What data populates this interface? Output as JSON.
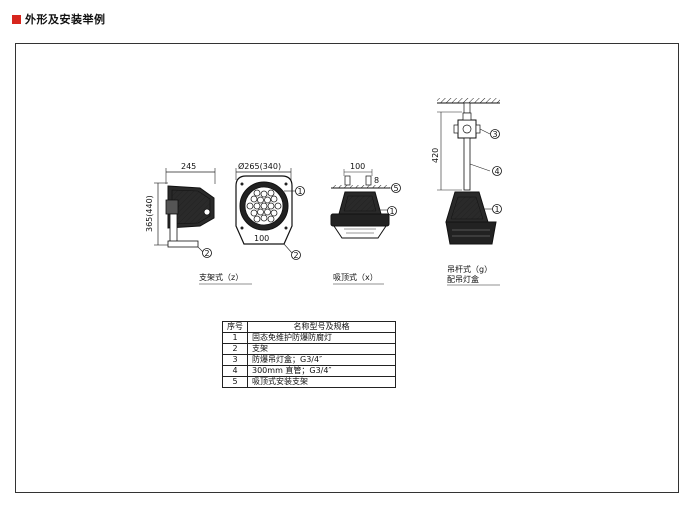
{
  "header": {
    "title": "外形及安装举例",
    "accent": "#d7261e"
  },
  "drawings": {
    "bracket": {
      "width": "245",
      "height": "365(440)",
      "callout": "2",
      "caption": "支架式（z）"
    },
    "front": {
      "diameter": "Ø265(340)",
      "base": "100",
      "callouts": [
        "1",
        "2"
      ]
    },
    "ceiling": {
      "spacing": "100",
      "side": "8",
      "callouts": [
        "5",
        "1"
      ],
      "caption": "吸顶式（x）"
    },
    "pendant": {
      "length": "420",
      "callouts": [
        "3",
        "4",
        "1"
      ],
      "caption1": "吊杆式（g）",
      "caption2": "配吊灯盒"
    }
  },
  "table": {
    "headers": [
      "序号",
      "名称型号及规格"
    ],
    "rows": [
      [
        "1",
        "固态免维护防爆防腐灯"
      ],
      [
        "2",
        "支架"
      ],
      [
        "3",
        "防爆吊灯盒；G3/4″"
      ],
      [
        "4",
        "300mm  直管；G3/4″"
      ],
      [
        "5",
        "吸顶式安装支架"
      ]
    ]
  }
}
